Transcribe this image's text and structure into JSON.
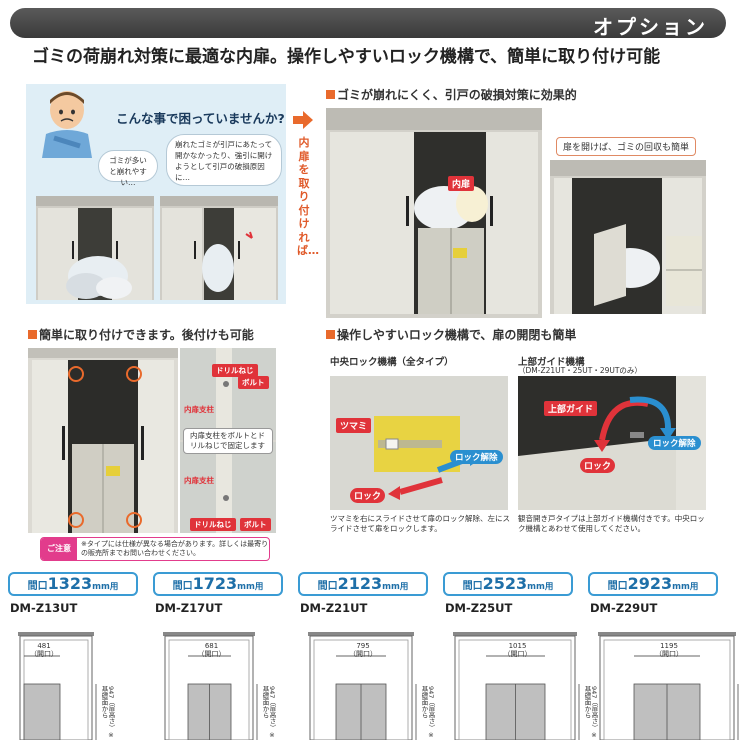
{
  "header": {
    "title": "オプション"
  },
  "lead_text": "ゴミの荷崩れ対策に最適な内扉。操作しやすいロック機構で、簡単に取り付け可能",
  "worry": {
    "title": "こんな事で困っていませんか?",
    "bubble1": "ゴミが多いと崩れやすい…",
    "bubble2": "崩れたゴミが引戸にあたって開かなかったり、強引に開けようとして引戸の破損原因に…"
  },
  "arrow_text": "内扉を取り付ければ…",
  "section_effect": {
    "title": "ゴミが崩れにくく、引戸の破損対策に効果的",
    "door_label": "内扉",
    "callout": "扉を開けば、ゴミの回収も簡単"
  },
  "section_install": {
    "title": "簡単に取り付けできます。後付けも可能",
    "labels": {
      "drill_screw_top": "ドリルねじ",
      "bolt_top": "ボルト",
      "pillar_top": "内扉支柱",
      "desc": "内扉支柱をボルトとドリルねじで固定します",
      "pillar_bottom": "内扉支柱",
      "drill_screw_bottom": "ドリルねじ",
      "bolt_bottom": "ボルト"
    },
    "note_tag": "ご注意",
    "note_text": "※タイプには仕様が異なる場合があります。詳しくは最寄りの販売所までお問い合わせください。"
  },
  "section_lock": {
    "title": "操作しやすいロック機構で、扉の開閉も簡単",
    "center_lock_title": "中央ロック機構（全タイプ）",
    "knob_label": "ツマミ",
    "unlock_label": "ロック解除",
    "lock_label": "ロック",
    "center_desc": "ツマミを右にスライドさせて扉のロック解除、左にスライドさせて扉をロックします。",
    "top_guide_title": "上部ガイド機構",
    "top_guide_sub": "（DM-Z21UT・25UT・29UTのみ）",
    "top_guide_label": "上部ガイド",
    "unlock_label2": "ロック解除",
    "lock_label2": "ロック",
    "top_desc": "観音開き戸タイプは上部ガイド機構付きです。中央ロック機構とあわせて使用してください。"
  },
  "models": [
    {
      "prefix": "間口",
      "size": "1323",
      "unit": "mm用",
      "name": "DM-Z13UT",
      "opening": "481",
      "opening_label": "（開口）",
      "height_label": "947（扉高さ）",
      "height_note": "※基礎面から"
    },
    {
      "prefix": "間口",
      "size": "1723",
      "unit": "mm用",
      "name": "DM-Z17UT",
      "opening": "681",
      "opening_label": "（開口）",
      "height_label": "947（扉高さ）",
      "height_note": "※基礎面から"
    },
    {
      "prefix": "間口",
      "size": "2123",
      "unit": "mm用",
      "name": "DM-Z21UT",
      "opening": "795",
      "opening_label": "（開口）",
      "height_label": "947（扉高さ）",
      "height_note": "※基礎面から"
    },
    {
      "prefix": "間口",
      "size": "2523",
      "unit": "mm用",
      "name": "DM-Z25UT",
      "opening": "1015",
      "opening_label": "（開口）",
      "height_label": "947（扉高さ）",
      "height_note": "※基礎面から"
    },
    {
      "prefix": "間口",
      "size": "2923",
      "unit": "mm用",
      "name": "DM-Z29UT",
      "opening": "1195",
      "opening_label": "（開口）",
      "height_label": "947（扉高さ）",
      "height_note": "※基礎面から"
    }
  ],
  "colors": {
    "accent_orange": "#e96a2c",
    "accent_blue": "#3a9bd4",
    "note_pink": "#e23c8c",
    "lock_red": "#e0333a"
  }
}
